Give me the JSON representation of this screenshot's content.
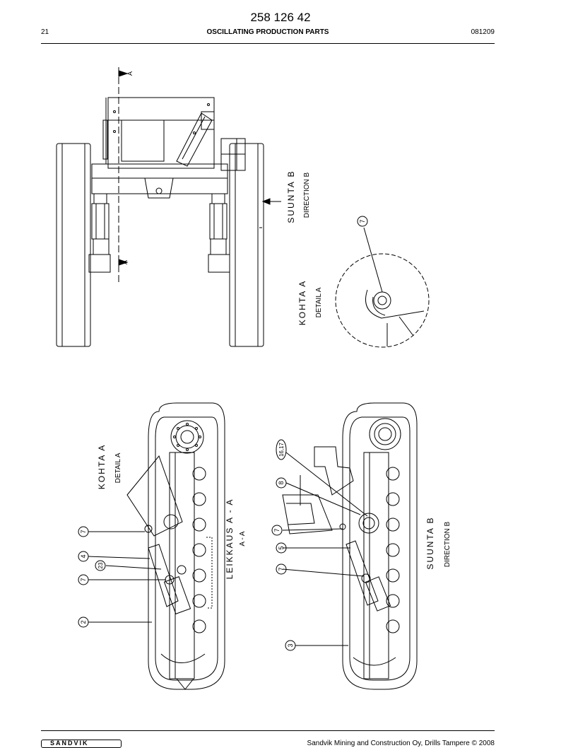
{
  "header": {
    "document_number": "258 126 42",
    "page_number": "21",
    "title": "OSCILLATING PRODUCTION PARTS",
    "date_code": "081209"
  },
  "drawing_labels": {
    "section_marker": "A",
    "suunta_b_top": "SUUNTA  B",
    "direction_b_top": "DIRECTION  B",
    "kohta_a_top": "KOHTA  A",
    "detail_a_top": "DETAIL  A",
    "kohta_a_left": "KOHTA  A",
    "detail_a_left": "DETAIL  A",
    "leikkaus": "LEIKKAUS  A - A",
    "a_a": "A - A",
    "suunta_b_right": "SUUNTA  B",
    "direction_b_right": "DIRECTION  B"
  },
  "callouts": {
    "detail_top": "7",
    "left_1": "7",
    "left_2": "4",
    "left_3": "23",
    "left_4": "7",
    "left_5": "2",
    "right_1": "16,17",
    "right_2": "8",
    "right_3": "7",
    "right_4": "5",
    "right_5": "7",
    "right_6": "3"
  },
  "footer": {
    "logo_text": "SANDVIK",
    "copyright": "Sandvik Mining and Construction Oy, Drills Tampere © 2008"
  }
}
